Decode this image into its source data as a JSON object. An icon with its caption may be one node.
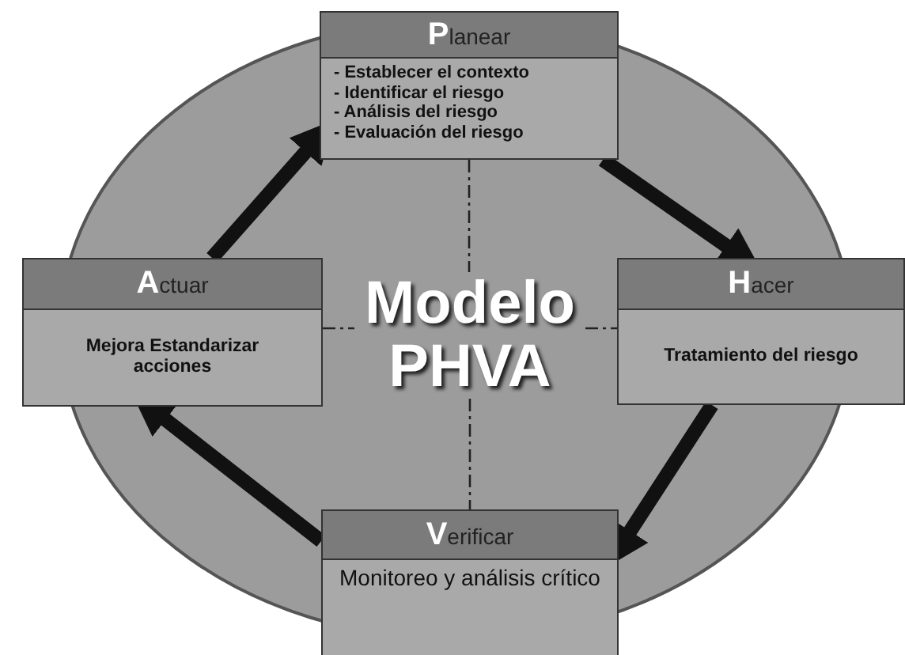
{
  "diagram": {
    "nodes": [
      {
        "text": [
          "Modelo PHVA"
        ]
      },
      {
        "text": [
          "Planear",
          "- Establecer el contexto",
          "- Identificar el riesgo",
          "- Análisis del riesgo",
          "- Evaluación del riesgo"
        ]
      },
      {
        "text": [
          "Hacer",
          "Tratamiento del riesgo"
        ]
      },
      {
        "text": [
          "Verificar",
          "Monitoreo y análisis crítico"
        ]
      },
      {
        "text": [
          "Actuar",
          "Mejora Estandarizar acciones"
        ]
      }
    ],
    "edges": [
      {
        "from": 1,
        "to": 2,
        "arrow": "to",
        "style": "thick"
      },
      {
        "from": 2,
        "to": 3,
        "arrow": "to",
        "style": "thick"
      },
      {
        "from": 3,
        "to": 4,
        "arrow": "to",
        "style": "thick"
      },
      {
        "from": 4,
        "to": 1,
        "arrow": "to",
        "style": "thick"
      },
      {
        "from": 1,
        "to": 0,
        "arrow": "none",
        "style": "dashed"
      },
      {
        "from": 0,
        "to": 3,
        "arrow": "none",
        "style": "dashed"
      },
      {
        "from": 4,
        "to": 0,
        "arrow": "none",
        "style": "dashed"
      },
      {
        "from": 0,
        "to": 2,
        "arrow": "none",
        "style": "dashed"
      }
    ]
  }
}
